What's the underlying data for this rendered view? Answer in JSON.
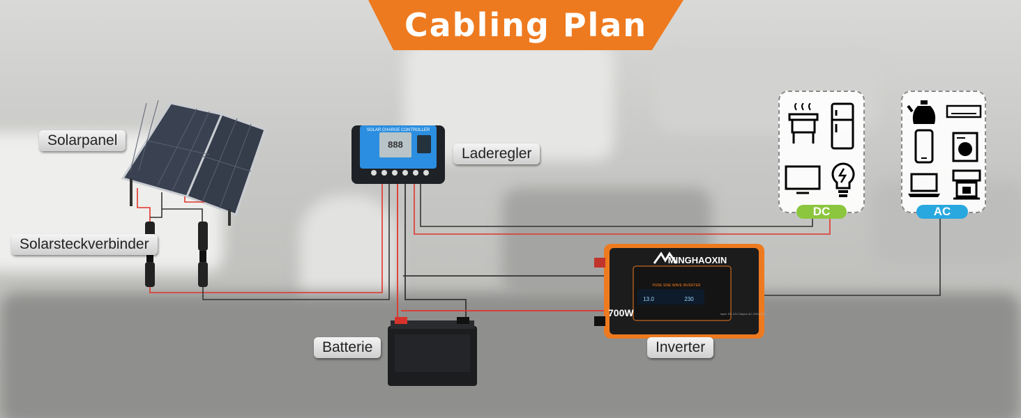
{
  "header": {
    "title": "Cabling Plan"
  },
  "labels": {
    "solar_panel": "Solarpanel",
    "solar_connector": "Solarsteckverbinder",
    "charge_controller": "Laderegler",
    "battery": "Batterie",
    "inverter": "Inverter"
  },
  "controller": {
    "brand_text": "SOLAR CHARGE CONTROLLER",
    "display": "888"
  },
  "inverter": {
    "brand": "MINGHAOXIN",
    "power_label": "700W",
    "wave_label": "PURE SINE WAVE INVERTER",
    "input_value": "13.0",
    "output_value": "230",
    "spec_text": "Input: DC 12V Output: AC 220V/230V"
  },
  "loads": {
    "dc": {
      "tag": "DC",
      "color": "#8cc63f",
      "icons": [
        "grill-icon",
        "fridge-icon",
        "tv-icon",
        "light-bulb-icon"
      ]
    },
    "ac": {
      "tag": "AC",
      "color": "#29a8e0",
      "icons": [
        "kettle-icon",
        "air-conditioner-icon",
        "phone-icon",
        "washing-machine-icon",
        "laptop-icon",
        "coffee-machine-icon"
      ]
    }
  },
  "colors": {
    "accent": "#ee7a1f",
    "wire_positive": "#e0342b",
    "wire_negative": "#333333"
  }
}
